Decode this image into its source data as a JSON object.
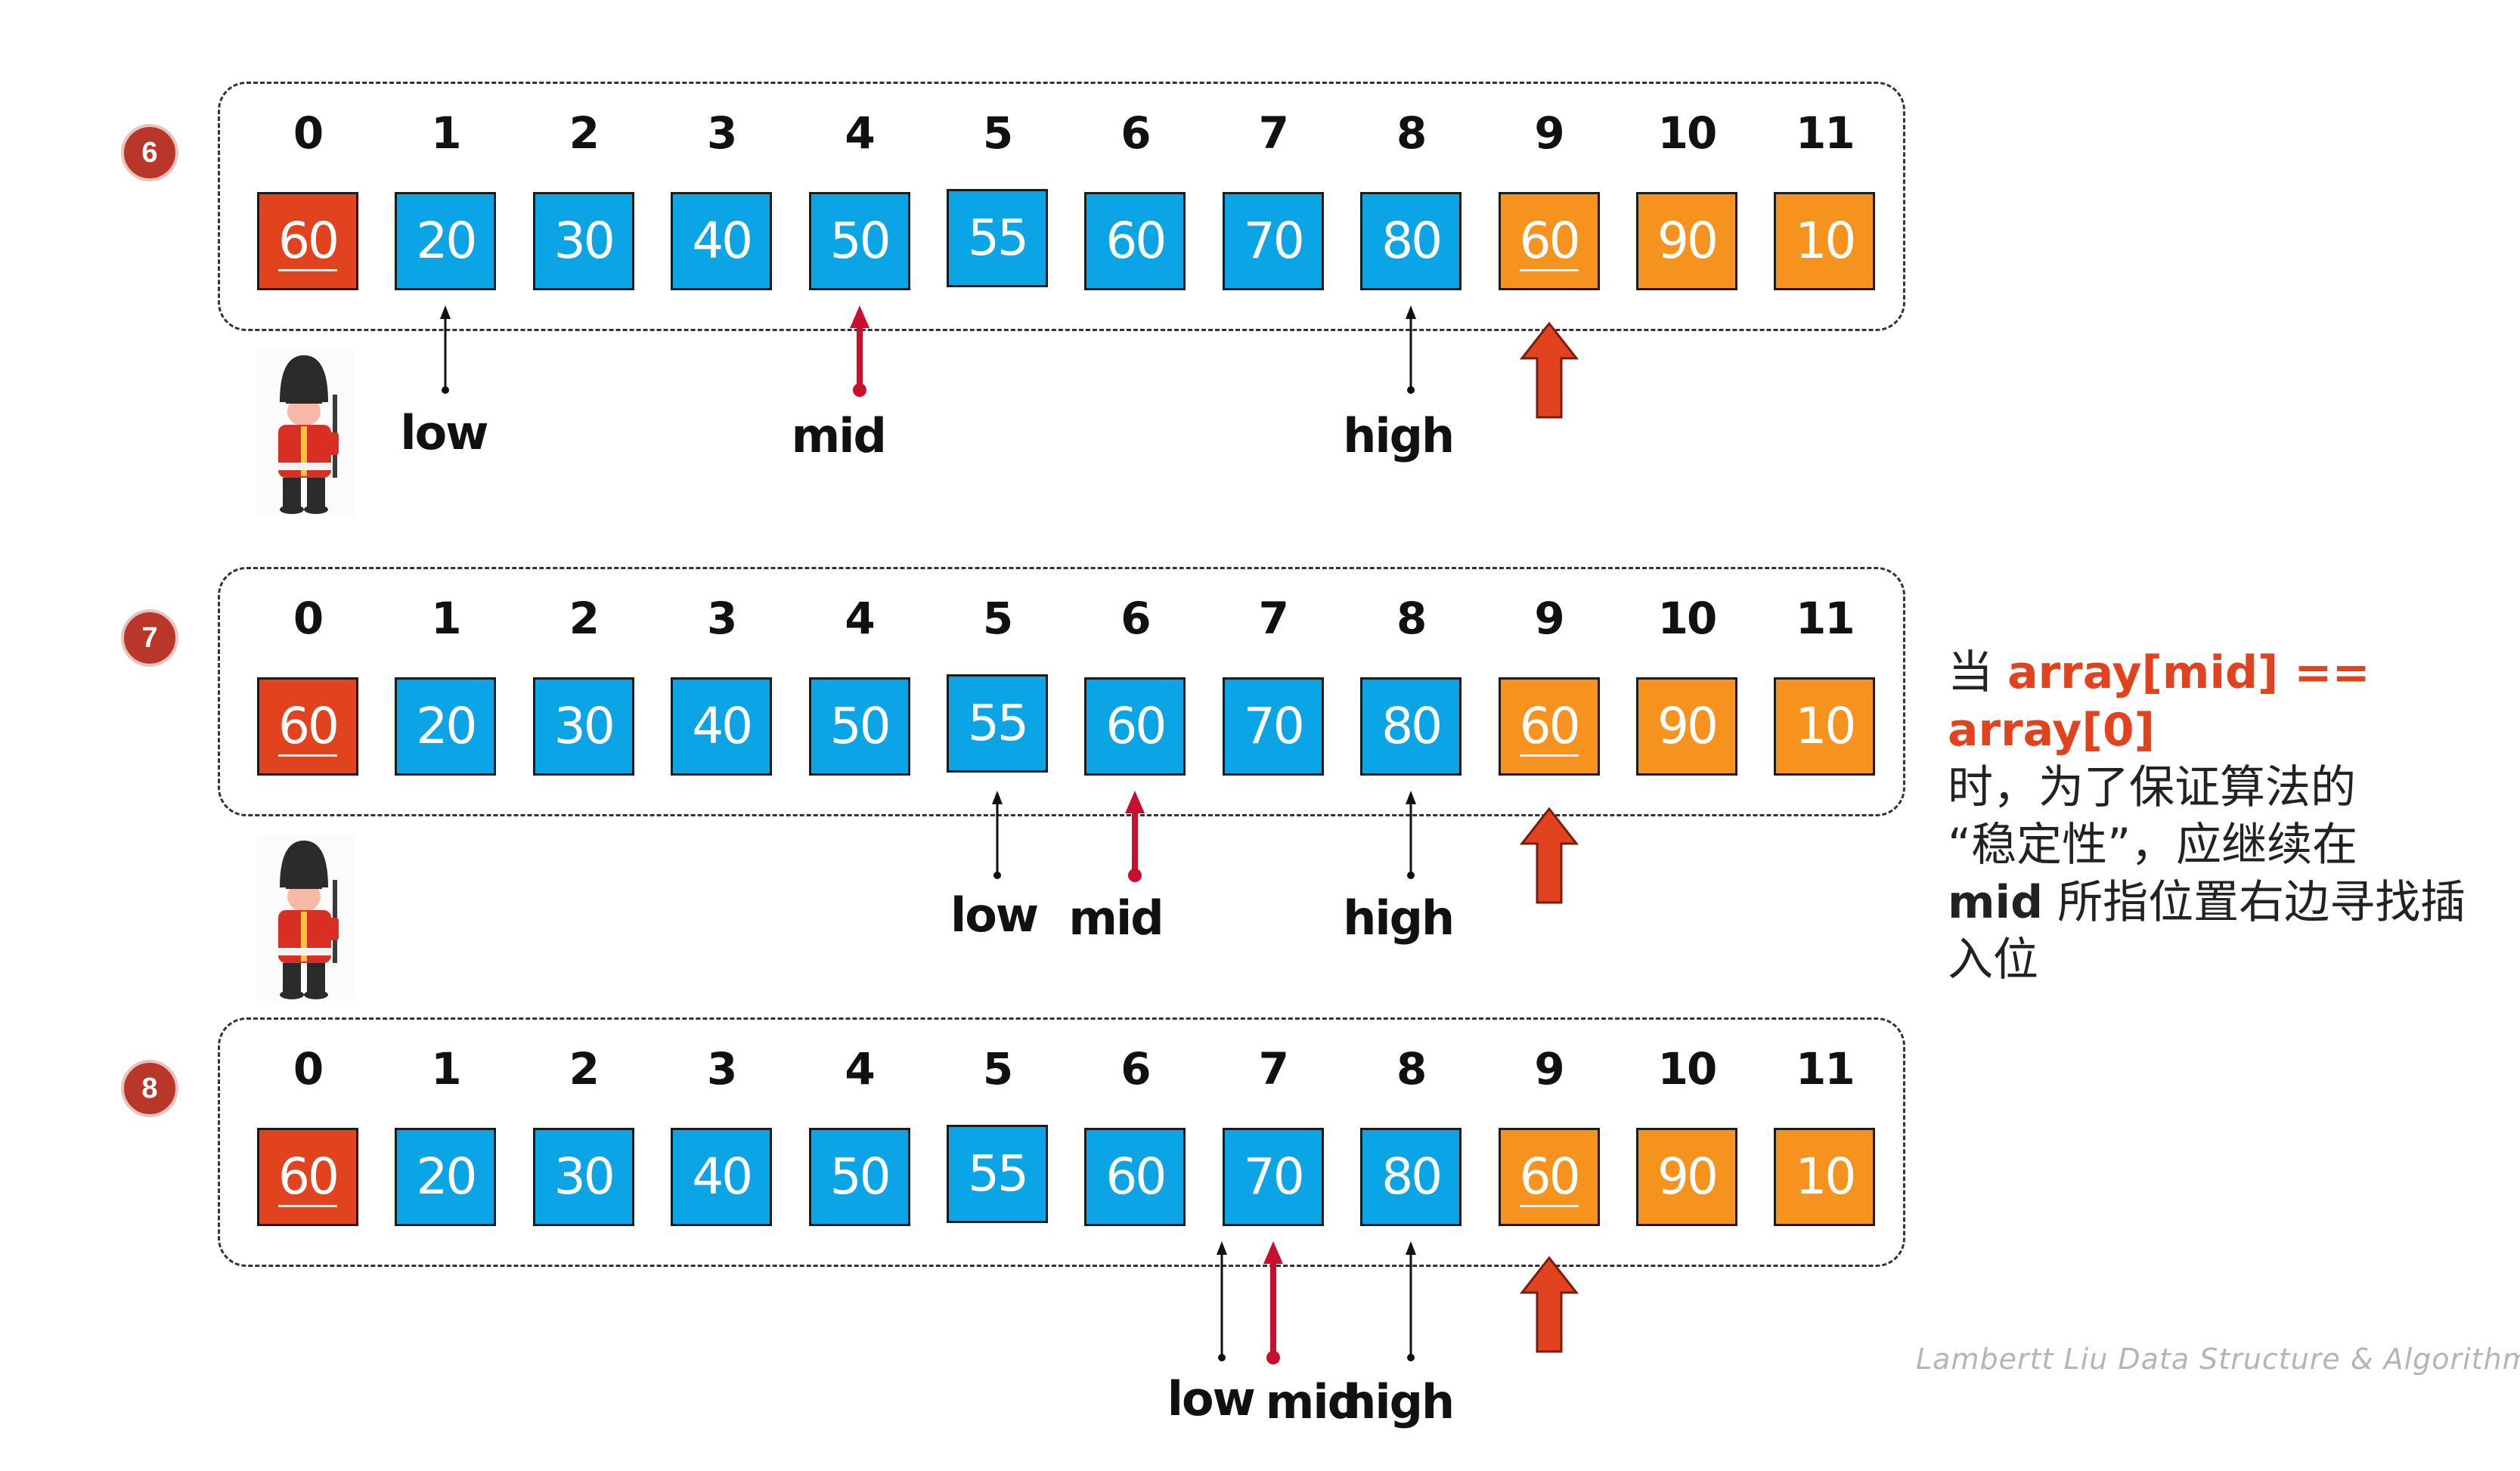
{
  "indices": [
    "0",
    "1",
    "2",
    "3",
    "4",
    "5",
    "6",
    "7",
    "8",
    "9",
    "10",
    "11"
  ],
  "array": [
    "60",
    "20",
    "30",
    "40",
    "50",
    "55",
    "60",
    "70",
    "80",
    "60",
    "90",
    "10"
  ],
  "cell_colors": [
    "red",
    "blue",
    "blue",
    "blue",
    "blue",
    "blue",
    "blue",
    "blue",
    "blue",
    "orange",
    "orange",
    "orange"
  ],
  "colors": {
    "blue": "#0ba4e5",
    "red": "#e2431f",
    "orange": "#f6921e",
    "badge": "#b8362a",
    "arrow_red": "#c8102e",
    "arrow_big": "#e2431f"
  },
  "steps": [
    {
      "badge": "6",
      "pointers": {
        "low": 1,
        "mid": 4,
        "high": 8
      },
      "labels": {
        "low": "low",
        "mid": "mid",
        "high": "high"
      },
      "current_index": 9,
      "guard": true
    },
    {
      "badge": "7",
      "pointers": {
        "low": 5,
        "mid": 6,
        "high": 8
      },
      "labels": {
        "low": "low",
        "mid": "mid",
        "high": "high"
      },
      "current_index": 9,
      "guard": true
    },
    {
      "badge": "8",
      "pointers": {
        "low": 7,
        "mid": 7,
        "high": 8
      },
      "labels": {
        "low": "low",
        "mid": "mid",
        "high": "high"
      },
      "current_index": 9,
      "guard": false
    }
  ],
  "side_note": {
    "prefix": "当 ",
    "highlight": "array[mid] == array[0]",
    "line2": "时，为了保证算法的",
    "line3": "“稳定性”，应继续在",
    "keyword": "mid",
    "line4_rest": " 所指位置右边寻找插",
    "line5": "入位"
  },
  "footer": "Lambertt Liu    Data Structure & Algorithm",
  "icons": {
    "guard": "royal-guard-icon"
  }
}
